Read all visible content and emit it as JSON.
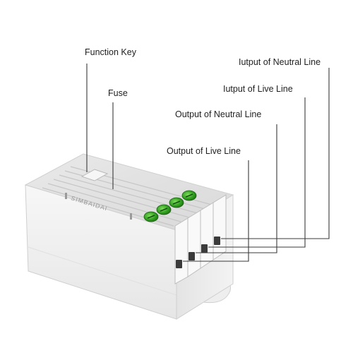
{
  "labels": {
    "function_key": "Function Key",
    "fuse": "Fuse",
    "input_neutral": "Iutput of Neutral Line",
    "input_live": "Iutput of Live Line",
    "output_neutral": "Output of Neutral Line",
    "output_live": "Output of Live Line"
  },
  "device": {
    "brand": "SIMBAIDAI",
    "body_color": "#f2f2f2",
    "terminal_screw_color": "#2f9e1f"
  }
}
